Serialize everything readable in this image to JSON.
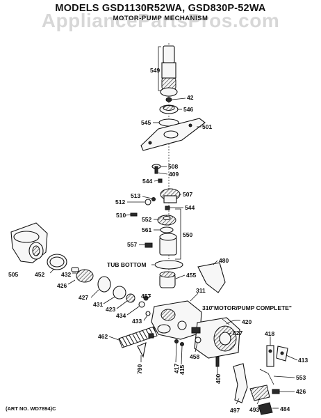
{
  "header": {
    "title": "MODELS GSD1130R52WA, GSD830P-52WA",
    "subtitle": "MOTOR-PUMP MECHANISM"
  },
  "watermark": "AppliancePartsPros.com",
  "footer": {
    "art_number": "(ART NO. WD7894)C"
  },
  "callouts": {
    "tub_bottom": "TUB BOTTOM",
    "motor_pump_complete": "\"MOTOR/PUMP COMPLETE\""
  },
  "part_labels": [
    "549",
    "42",
    "546",
    "545",
    "501",
    "508",
    "409",
    "544",
    "507",
    "512",
    "513",
    "544",
    "510",
    "552",
    "561",
    "550",
    "557",
    "505",
    "452",
    "432",
    "426",
    "480",
    "455",
    "427",
    "431",
    "423",
    "434",
    "457",
    "433",
    "311",
    "310",
    "420",
    "827",
    "462",
    "458",
    "790",
    "417",
    "415",
    "400",
    "418",
    "413",
    "553",
    "426",
    "497",
    "493",
    "484"
  ]
}
